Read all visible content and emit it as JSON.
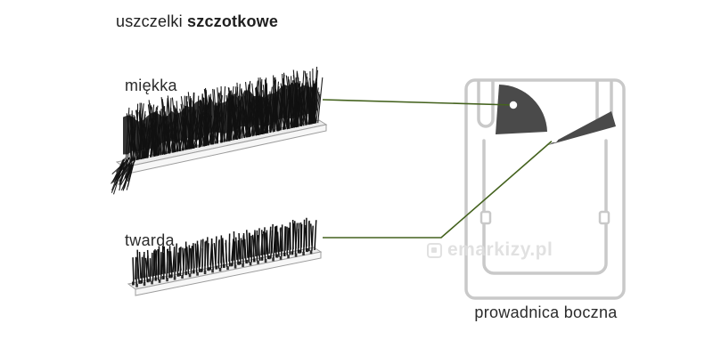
{
  "title": {
    "regular": "uszczelki ",
    "bold": "szczotkowe"
  },
  "soft_brush": {
    "label": "miękka"
  },
  "hard_brush": {
    "label": "twarda"
  },
  "rail": {
    "label": "prowadnica boczna"
  },
  "watermark": {
    "text": "emarkizy.pl",
    "icon": "square-logo-icon"
  },
  "colors": {
    "connector_line": "#44621e",
    "rail_outline": "#c9c9c9",
    "brush_shape": "#4a4a4a",
    "bristle": "#111111",
    "watermark": "#dedede",
    "text": "#1f1f1f"
  }
}
